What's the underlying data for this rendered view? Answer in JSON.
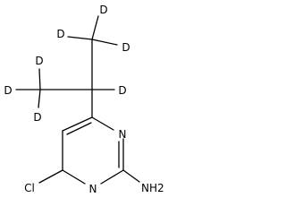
{
  "molecule": {
    "labels": {
      "d_top": "D",
      "d_upper_left": "D",
      "d_upper_right": "D",
      "d_mid_left": "D",
      "d_far_left": "D",
      "d_lower_left": "D",
      "d_methine": "D",
      "n3": "N",
      "n1": "N",
      "cl": "Cl",
      "nh2": "NH2"
    }
  }
}
